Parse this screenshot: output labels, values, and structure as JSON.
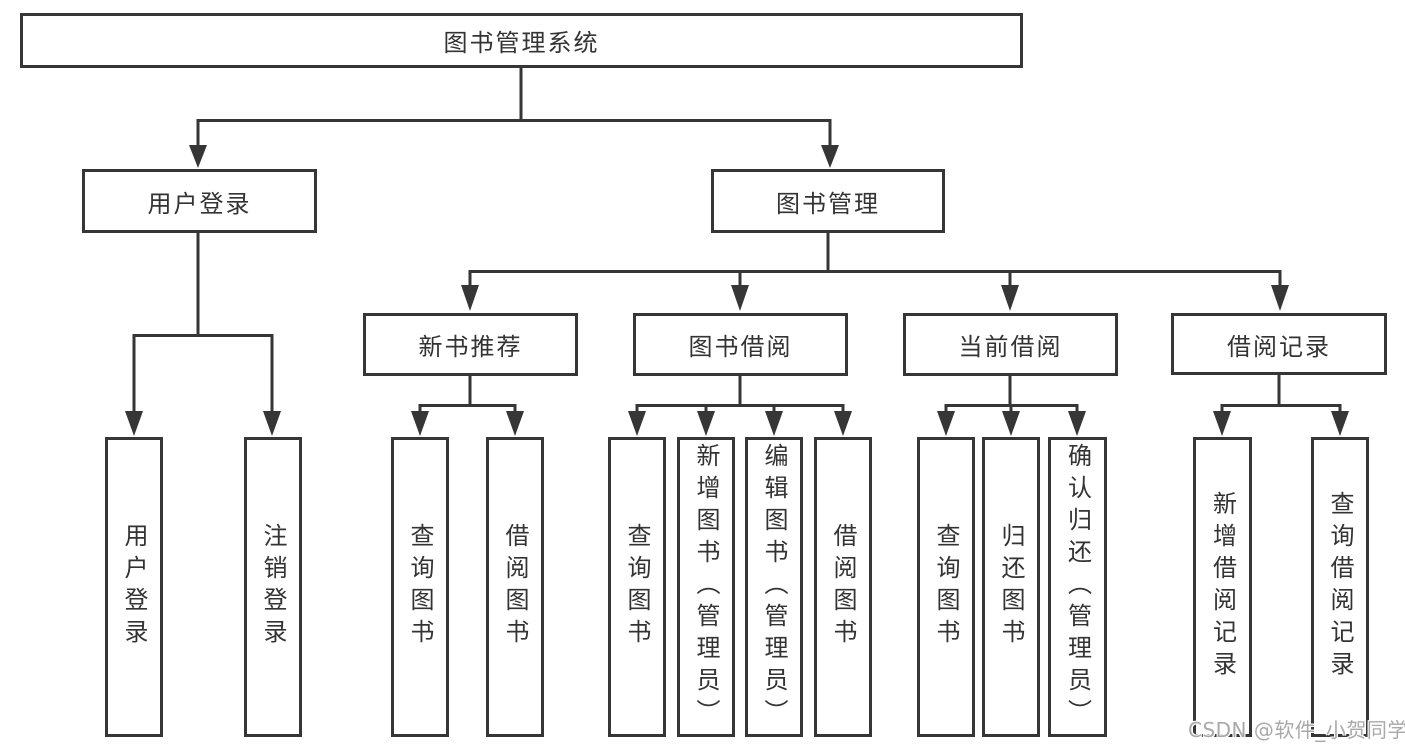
{
  "colors": {
    "line": "#363636",
    "text": "#333333",
    "background": "#ffffff",
    "watermark_gray": "#a9a9a9"
  },
  "chart": {
    "type": "hierarchy-diagram",
    "root": {
      "label": "图书管理系统"
    },
    "branches": [
      {
        "label": "用户登录",
        "children": [
          {
            "label": "用户登录"
          },
          {
            "label": "注销登录"
          }
        ]
      },
      {
        "label": "图书管理",
        "children": [
          {
            "label": "新书推荐",
            "children": [
              {
                "label": "查询图书"
              },
              {
                "label": "借阅图书"
              }
            ]
          },
          {
            "label": "图书借阅",
            "children": [
              {
                "label": "查询图书"
              },
              {
                "label": "新增图书（管理员）"
              },
              {
                "label": "编辑图书（管理员）"
              },
              {
                "label": "借阅图书"
              }
            ]
          },
          {
            "label": "当前借阅",
            "children": [
              {
                "label": "查询图书"
              },
              {
                "label": "归还图书"
              },
              {
                "label": "确认归还（管理员）"
              }
            ]
          },
          {
            "label": "借阅记录",
            "children": [
              {
                "label": "新增借阅记录"
              },
              {
                "label": "查询借阅记录"
              }
            ]
          }
        ]
      }
    ]
  },
  "watermark": {
    "text": "CSDN @软件_小贺同学"
  }
}
